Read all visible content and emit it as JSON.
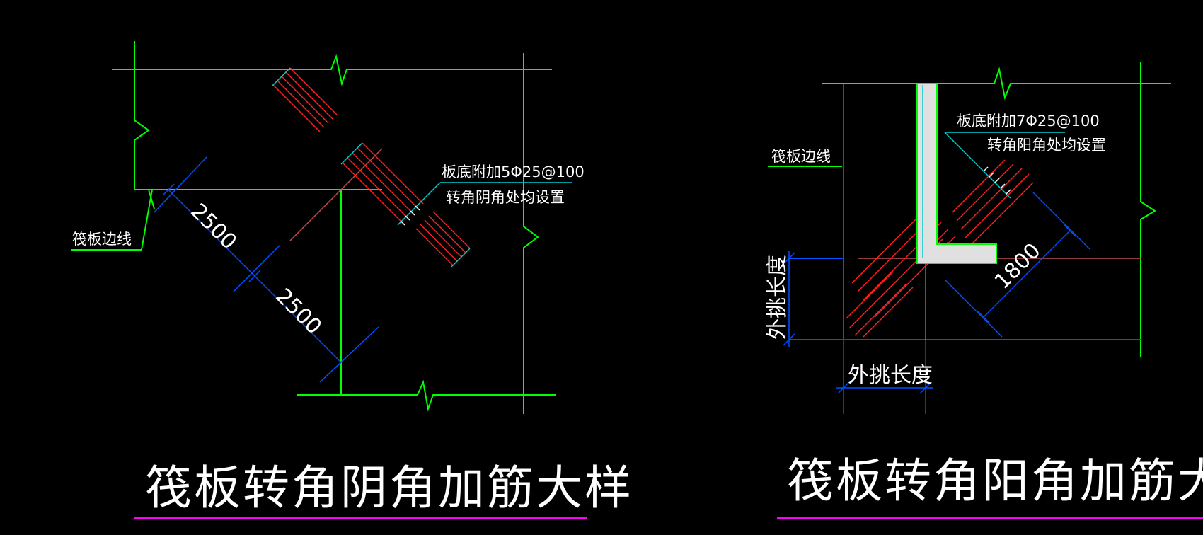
{
  "colors": {
    "background": "#000000",
    "slab_edge": "#00ff00",
    "dimension": "#0050ff",
    "leader": "#00d0d0",
    "rebar": "#ff2020",
    "center_line": "#c05050",
    "wall_fill": "#e0e0e0",
    "text": "#ffffff",
    "title_underline": "#ff00ff"
  },
  "left_detail": {
    "title": "筏板转角阴角加筋大样",
    "edge_label": "筏板边线",
    "note_line1": "板底附加5Φ25@100",
    "note_line2": "转角阴角处均设置",
    "dim_1": "2500",
    "dim_2": "2500"
  },
  "right_detail": {
    "title": "筏板转角阳角加筋大样",
    "edge_label": "筏板边线",
    "note_line1": "板底附加7Φ25@100",
    "note_line2": "转角阳角处均设置",
    "dim_diag": "1800",
    "dim_vertical": "外挑长度",
    "dim_horizontal": "外挑长度"
  }
}
